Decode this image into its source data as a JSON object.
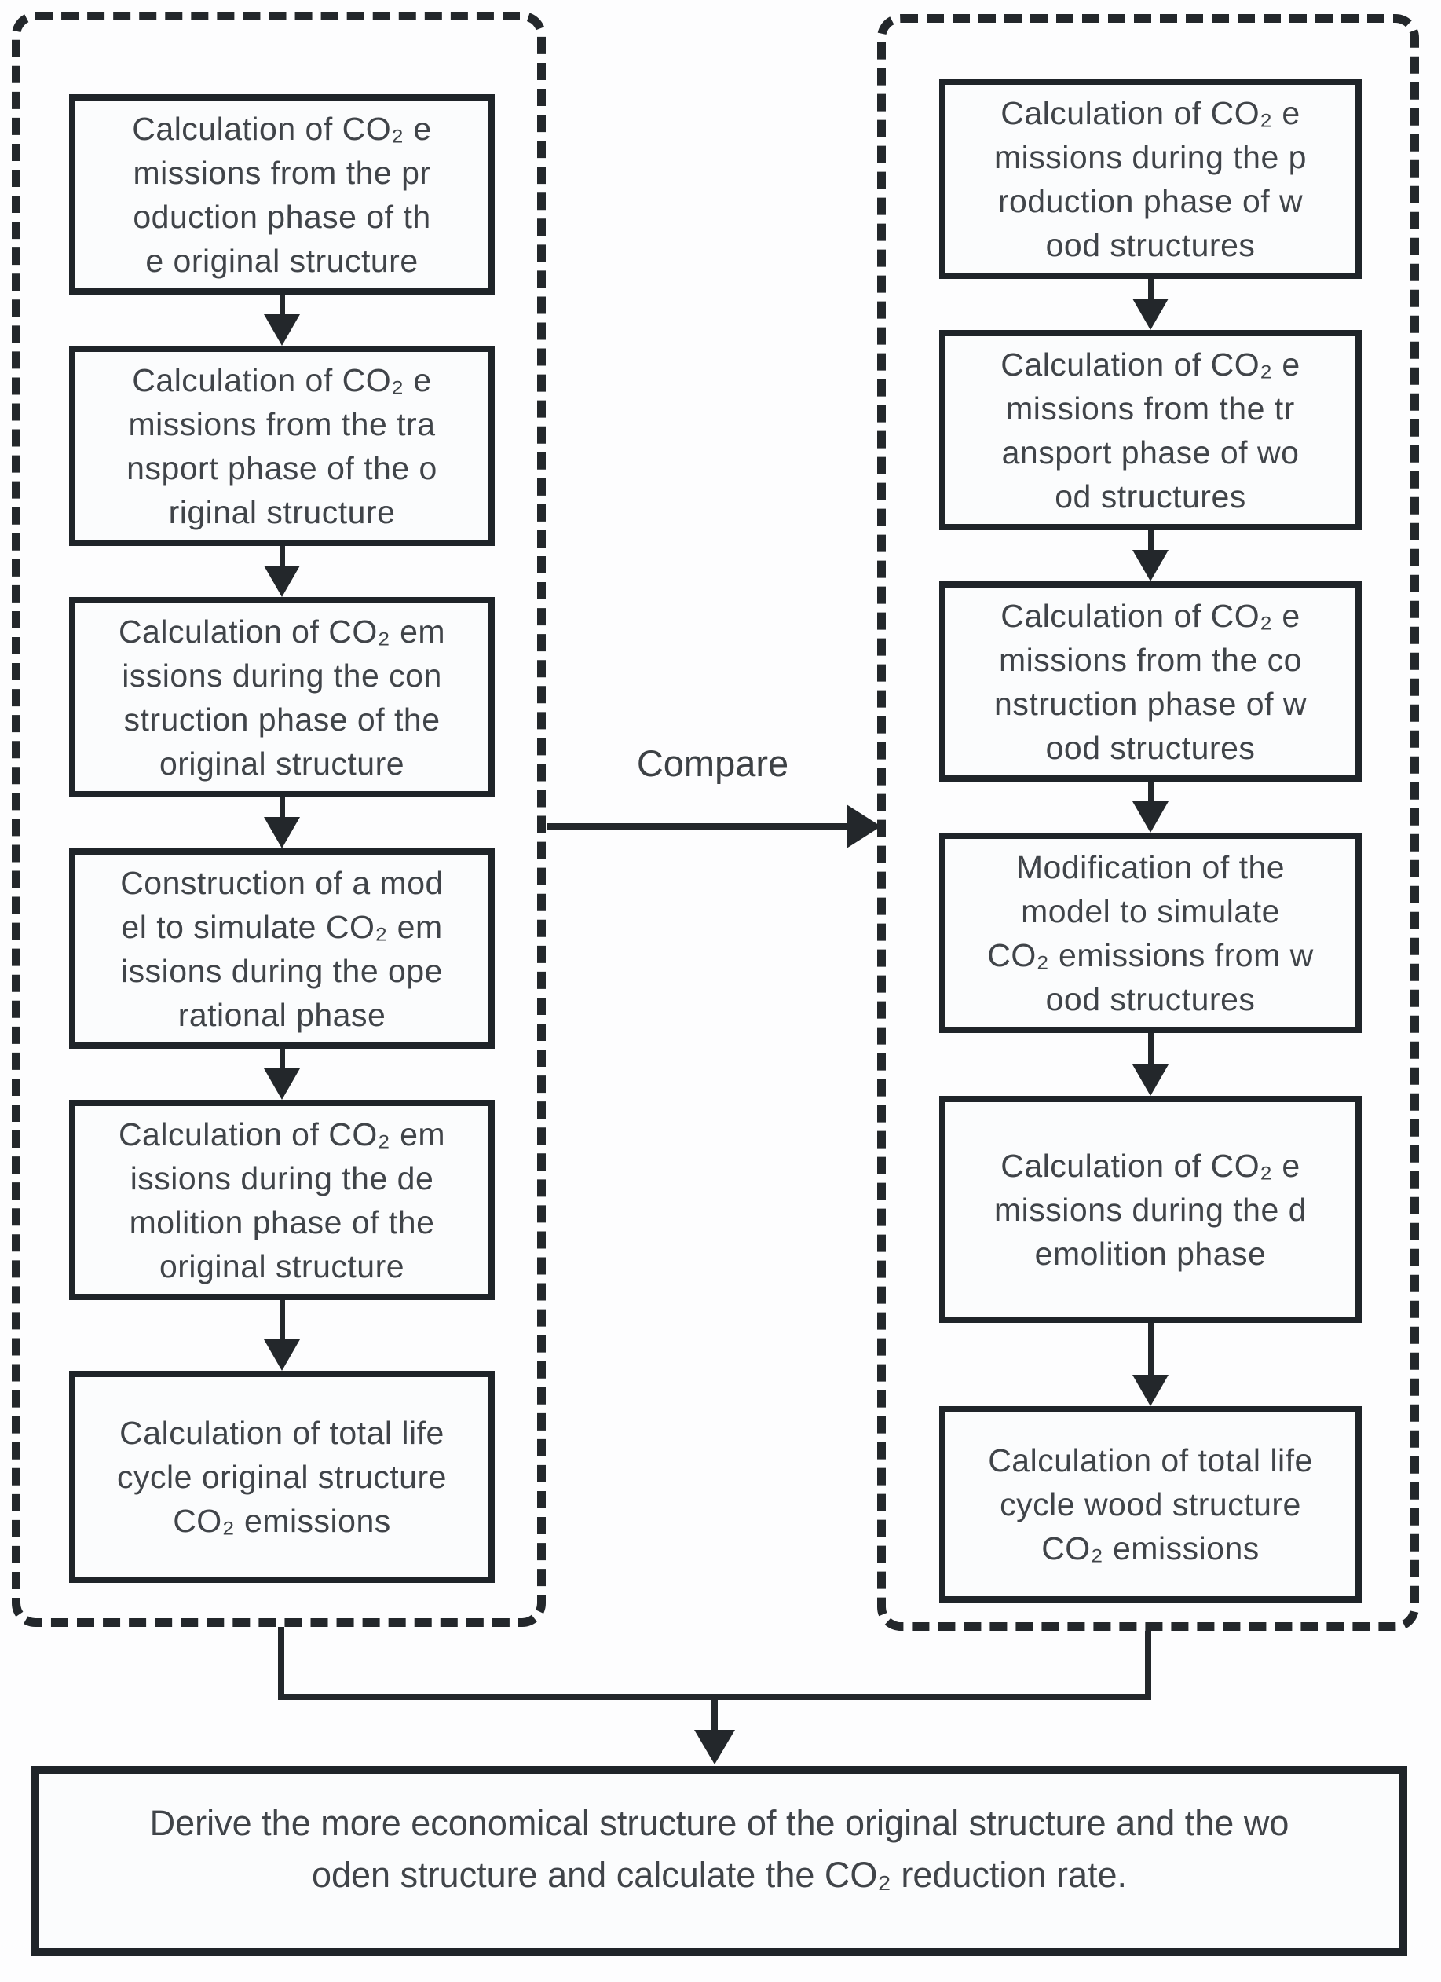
{
  "diagram": {
    "title_hint": "CO2 emission life-cycle comparison flowchart",
    "compare_label": "Compare",
    "colors": {
      "line": "#23272b",
      "box_border": "#1f2429",
      "text": "#404449",
      "box_fill": "#fbfcfd",
      "background": "#fdfdfe"
    },
    "left_column": {
      "boxes": [
        {
          "lines": [
            "Calculation of CO₂ e",
            "missions from the pr",
            "oduction phase of th",
            "e original structure"
          ]
        },
        {
          "lines": [
            "Calculation of CO₂ e",
            "missions from the tra",
            "nsport phase of the o",
            "riginal structure"
          ]
        },
        {
          "lines": [
            "Calculation of CO₂ em",
            "issions during the con",
            "struction phase of the",
            "original structure"
          ]
        },
        {
          "lines": [
            "Construction of a mod",
            "el to simulate CO₂ em",
            "issions during the ope",
            "rational phase"
          ]
        },
        {
          "lines": [
            "Calculation of CO₂ em",
            "issions during the de",
            "molition phase of the",
            "original structure"
          ]
        },
        {
          "lines": [
            "Calculation of total life",
            "cycle original structure",
            "CO₂ emissions"
          ]
        }
      ]
    },
    "right_column": {
      "boxes": [
        {
          "lines": [
            "Calculation of CO₂ e",
            "missions during the p",
            "roduction phase of w",
            "ood structures"
          ]
        },
        {
          "lines": [
            "Calculation of CO₂ e",
            "missions from the tr",
            "ansport phase of wo",
            "od structures"
          ]
        },
        {
          "lines": [
            "Calculation of CO₂ e",
            "missions from the co",
            "nstruction phase of w",
            "ood structures"
          ]
        },
        {
          "lines": [
            "Modification of the",
            "model to simulate",
            "CO₂ emissions from w",
            "ood structures"
          ]
        },
        {
          "lines": [
            "Calculation of CO₂ e",
            "missions during the d",
            "emolition phase"
          ]
        },
        {
          "lines": [
            "Calculation of total life",
            "cycle wood structure",
            "CO₂ emissions"
          ]
        }
      ]
    },
    "bottom_box": {
      "lines": [
        "Derive the more economical structure of the original structure and the wo",
        "oden structure and calculate the CO₂ reduction rate."
      ]
    }
  }
}
